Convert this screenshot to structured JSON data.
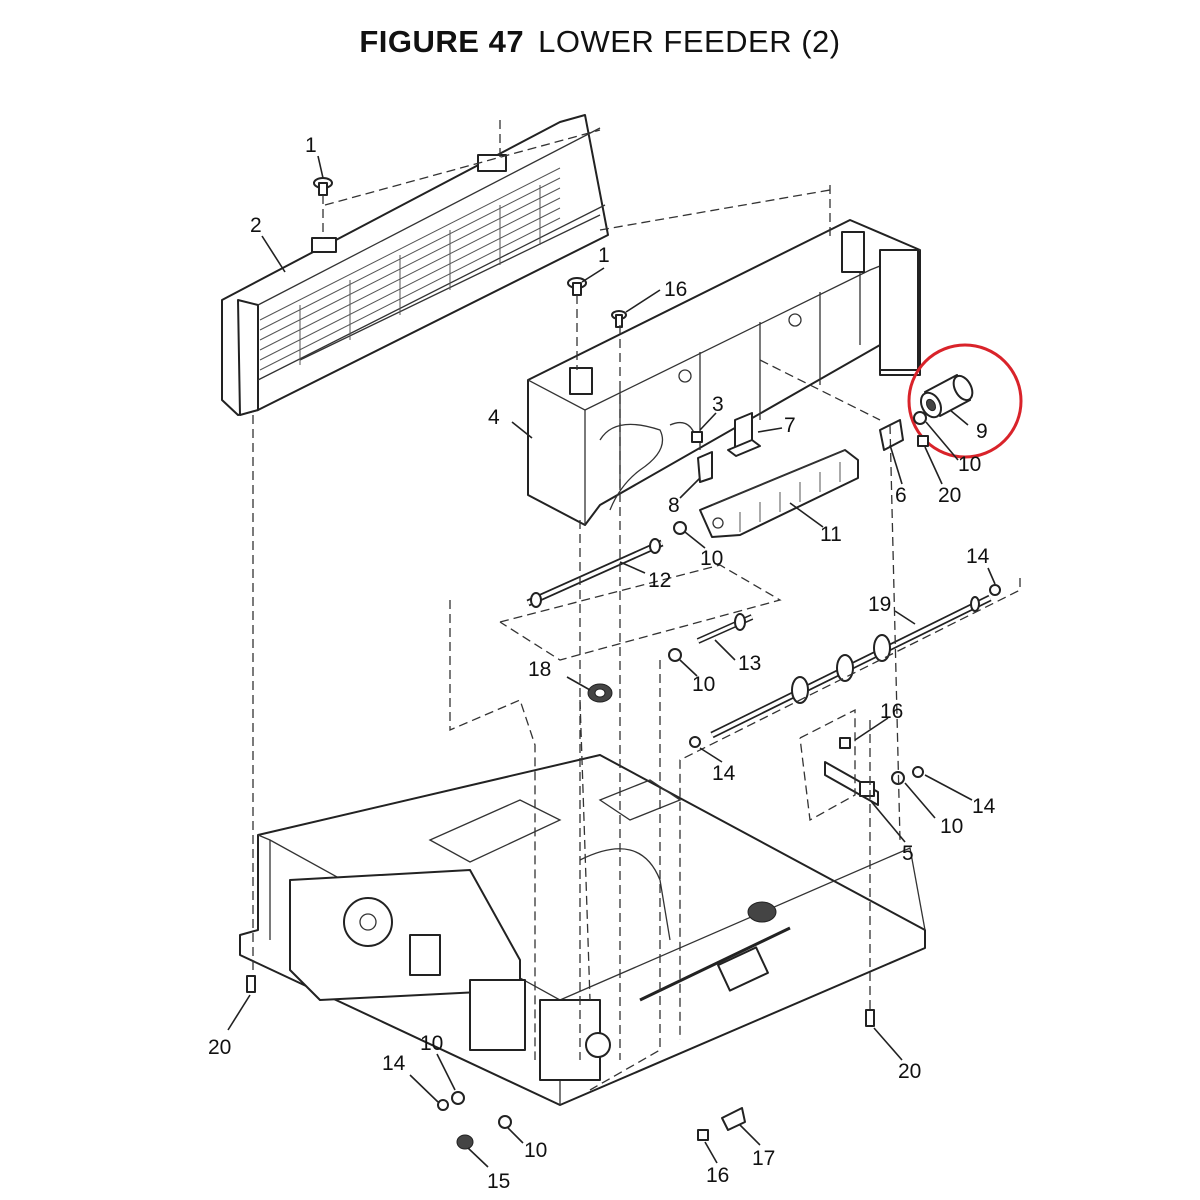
{
  "figure": {
    "number": "FIGURE 47",
    "name": "LOWER FEEDER (2)"
  },
  "callouts": {
    "c1a": "1",
    "c1b": "1",
    "c2": "2",
    "c3": "3",
    "c4": "4",
    "c5": "5",
    "c6": "6",
    "c7": "7",
    "c8": "8",
    "c9": "9",
    "c10a": "10",
    "c10b": "10",
    "c10c": "10",
    "c10d": "10",
    "c10e": "10",
    "c10f": "10",
    "c11": "11",
    "c12": "12",
    "c13": "13",
    "c14a": "14",
    "c14b": "14",
    "c14c": "14",
    "c14d": "14",
    "c15": "15",
    "c16a": "16",
    "c16b": "16",
    "c16c": "16",
    "c17": "17",
    "c18": "18",
    "c19": "19",
    "c20a": "20",
    "c20b": "20",
    "c20c": "20"
  },
  "highlight": {
    "part": "9",
    "color": "#d9232a"
  }
}
